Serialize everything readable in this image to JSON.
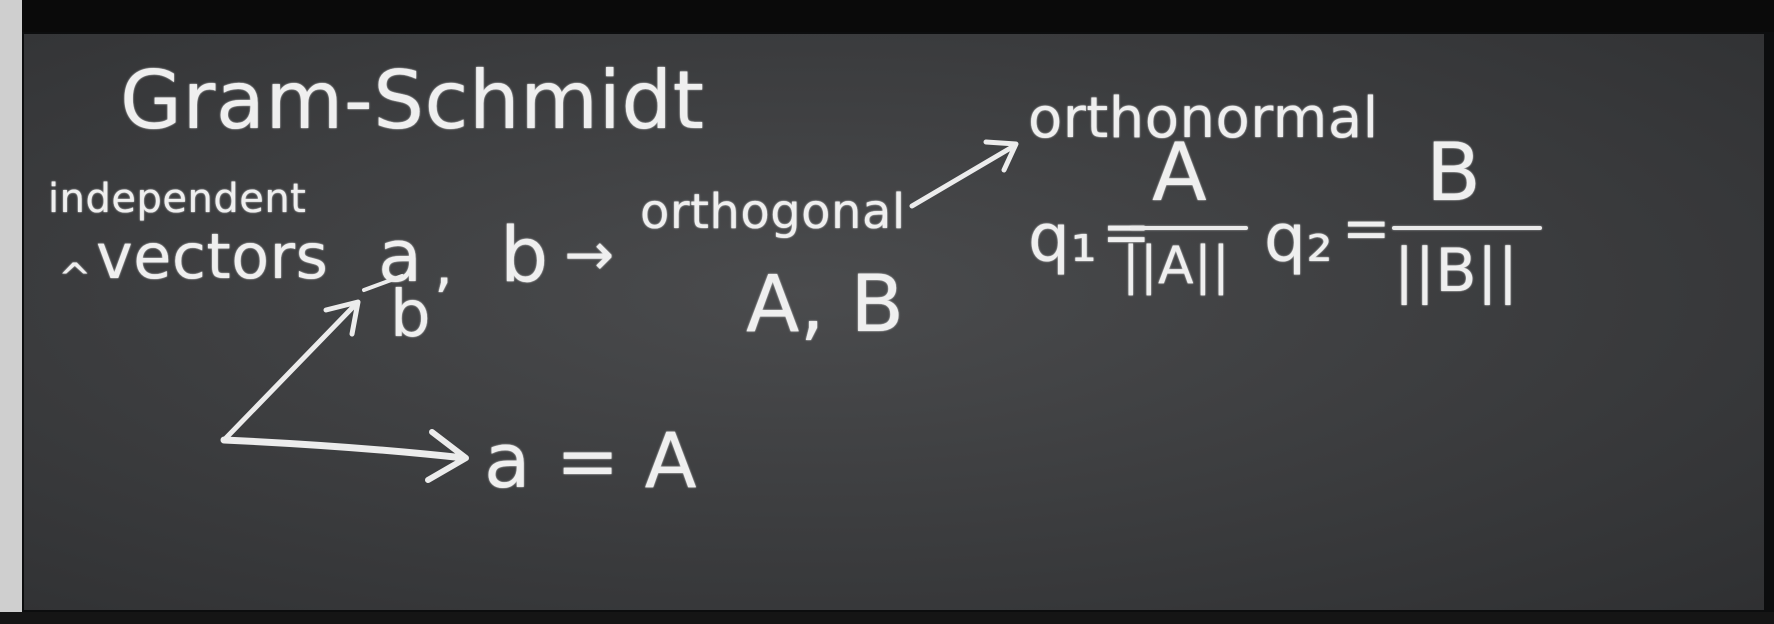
{
  "board": {
    "title": "Gram-Schmidt",
    "left": {
      "independent": "independent",
      "caret": "^",
      "vectors_label": "vectors",
      "vector_a": "a",
      "comma": ",",
      "vector_b": "b",
      "arrow": "→",
      "sketch_b": "b",
      "sketch_eq": "a = A"
    },
    "middle": {
      "orthogonal": "orthogonal",
      "vectors": "A, B"
    },
    "right": {
      "orthonormal": "orthonormal",
      "q1": "q₁",
      "q1_eq": "=",
      "q1_num": "A",
      "q1_den": "||A||",
      "q2": "q₂",
      "q2_eq": "=",
      "q2_num": "B",
      "q2_den": "||B||"
    }
  }
}
